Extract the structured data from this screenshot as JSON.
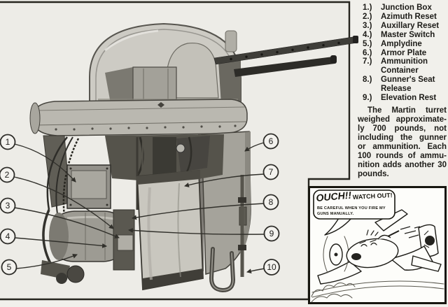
{
  "palette": {
    "paper": "#f1f0eb",
    "ink": "#1c1b17"
  },
  "figure": {
    "callouts": [
      "1",
      "2",
      "3",
      "4",
      "5",
      "6",
      "7",
      "8",
      "9",
      "10"
    ]
  },
  "parts_list": {
    "items": [
      {
        "num": "1.)",
        "label": "Junction Box"
      },
      {
        "num": "2.)",
        "label": "Azimuth Reset"
      },
      {
        "num": "3.)",
        "label": "Auxillary Reset"
      },
      {
        "num": "4.)",
        "label": "Master Switch"
      },
      {
        "num": "5.)",
        "label": "Amplydine"
      },
      {
        "num": "6.)",
        "label": "Armor Plate"
      },
      {
        "num": "7.)",
        "label": "Ammunition Container"
      },
      {
        "num": "8.)",
        "label": "Gunner's Seat Release"
      },
      {
        "num": "9.)",
        "label": "Elevation Rest"
      }
    ]
  },
  "description": {
    "lines": [
      "The Martin turret",
      "weighed approximate-",
      "ly 700 pounds, not",
      "including the gunner",
      "or ammunition. Each",
      "100 rounds of ammu-",
      "nition adds another 30",
      "pounds."
    ]
  },
  "cartoon": {
    "exclaim": "OUCH!!",
    "shout": "WATCH OUT!",
    "caption_line1": "BE CAREFUL WHEN YOU FIRE MY",
    "caption_line2": "GUNS MANUALLY."
  }
}
